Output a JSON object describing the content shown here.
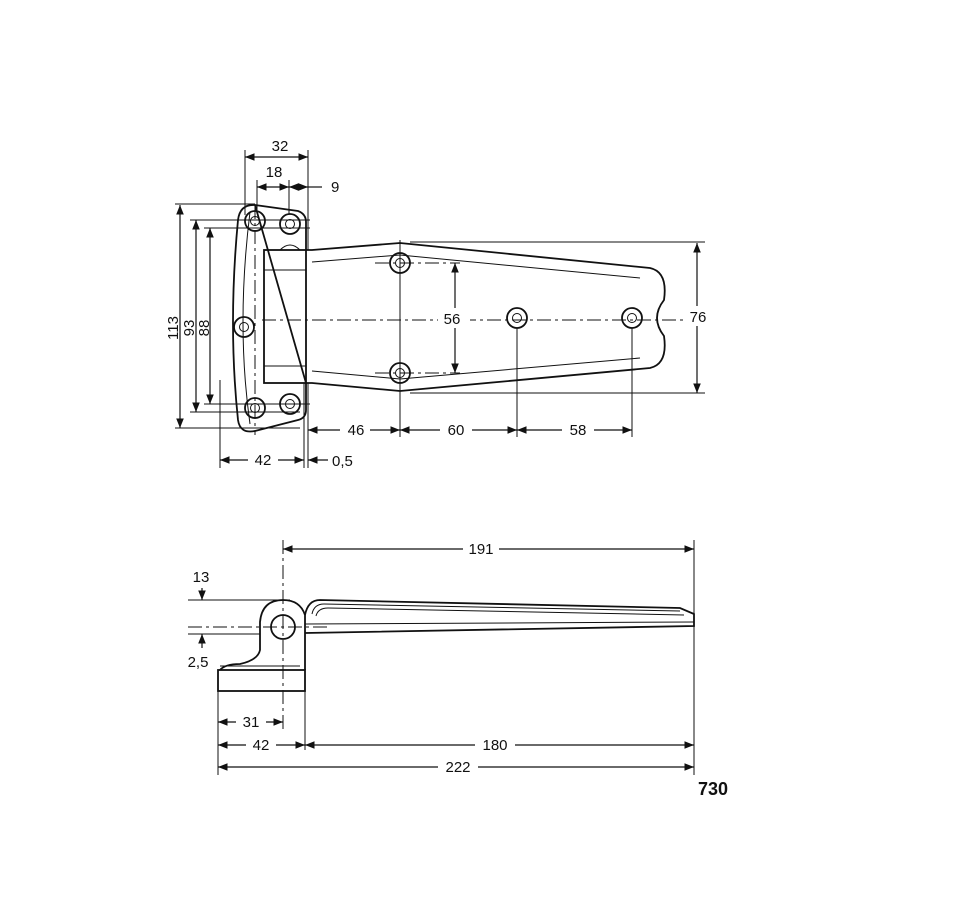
{
  "drawing_code": "730",
  "top_view": {
    "dimensions": {
      "overall_plate_width": "32",
      "hole_spacing_x": "18",
      "hole_edge_offset": "9",
      "plate_height": "113",
      "outer_hole_spacing": "93",
      "inner_hole_spacing": "88",
      "plate_depth": "42",
      "gap": "0,5",
      "first_hole_offset": "46",
      "hole_pitch_1": "60",
      "hole_pitch_2": "58",
      "leaf_hole_spacing": "56",
      "leaf_height": "76"
    }
  },
  "side_view": {
    "dimensions": {
      "leaf_length_from_pivot": "191",
      "pivot_height": "13",
      "pivot_offset": "2,5",
      "pivot_distance": "31",
      "base_depth": "42",
      "leaf_length": "180",
      "overall_length": "222"
    }
  }
}
